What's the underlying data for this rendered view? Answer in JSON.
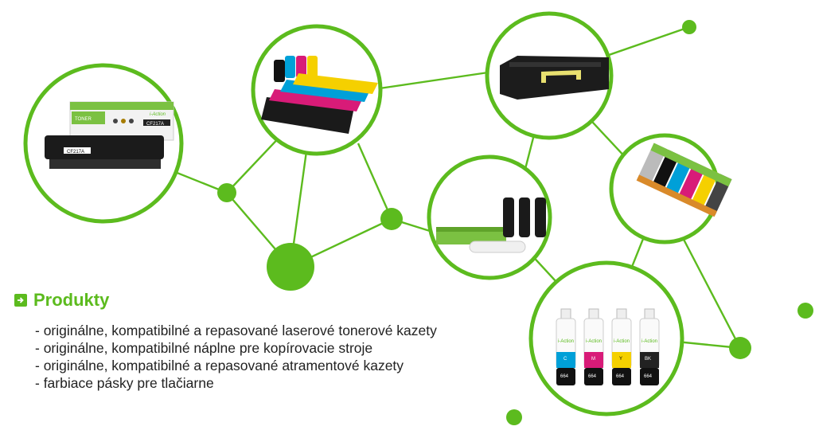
{
  "section": {
    "title": "Produkty",
    "items": [
      "- originálne, kompatibilné a repasované laserové tonerové kazety",
      "- originálne, kompatibilné náplne pre kopírovacie stroje",
      "- originálne, kompatibilné a repasované atramentové kazety",
      "- farbiace pásky pre tlačiarne"
    ]
  },
  "product_labels": {
    "toner_box": "TONER",
    "toner_brand": "i-Action",
    "toner_model": "CF217A",
    "ink_brand": "i-Action",
    "ink_colors": [
      "C",
      "M",
      "Y",
      "BK"
    ],
    "ink_code": "664"
  },
  "colors": {
    "accent_green": "#5cbb1e",
    "text": "#222222"
  }
}
